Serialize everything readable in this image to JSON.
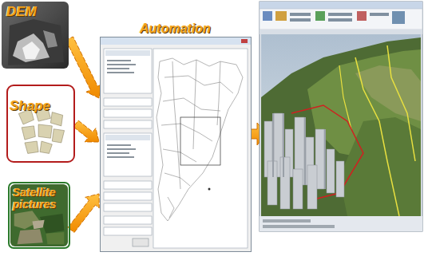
{
  "diagram": {
    "nodes": [
      {
        "text": [
          "DEM"
        ]
      },
      {
        "text": [
          "Shape"
        ]
      },
      {
        "text": [
          "Satellite pictures"
        ]
      },
      {
        "text": [
          "Automation"
        ]
      }
    ],
    "edges": [
      {
        "from": 0,
        "to": 3,
        "arrow": "to"
      },
      {
        "from": 1,
        "to": 3,
        "arrow": "to"
      },
      {
        "from": 2,
        "to": 3,
        "arrow": "to"
      }
    ]
  }
}
